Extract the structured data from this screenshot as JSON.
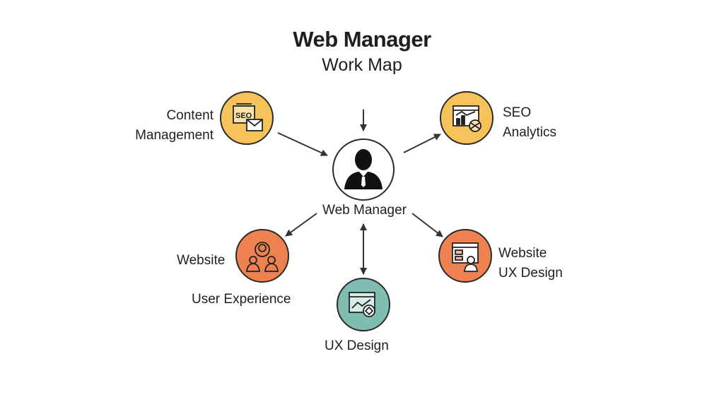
{
  "header": {
    "title": "Web Manager",
    "subtitle": "Work Map"
  },
  "center": {
    "label": "Web Manager",
    "icon": "person-tie-icon"
  },
  "nodes": {
    "content_management": {
      "line1": "Content",
      "line2": "Management",
      "color": "#F5C35A",
      "icon": "seo-document-icon"
    },
    "seo_analytics": {
      "line1": "SEO",
      "line2": "Analytics",
      "color": "#F5C35A",
      "icon": "analytics-chart-icon"
    },
    "website_user_experience": {
      "line1": "Website",
      "line2": "User Experience",
      "color": "#EE8150",
      "icon": "users-group-icon"
    },
    "website_ux_design": {
      "line1": "Website",
      "line2": "UX Design",
      "color": "#EE8150",
      "icon": "web-layout-user-icon"
    },
    "ux_design": {
      "line1": "UX Design",
      "color": "#7FBDB1",
      "icon": "design-tools-icon"
    }
  },
  "colors": {
    "outline": "#2b2b2b",
    "arrow": "#333333"
  }
}
